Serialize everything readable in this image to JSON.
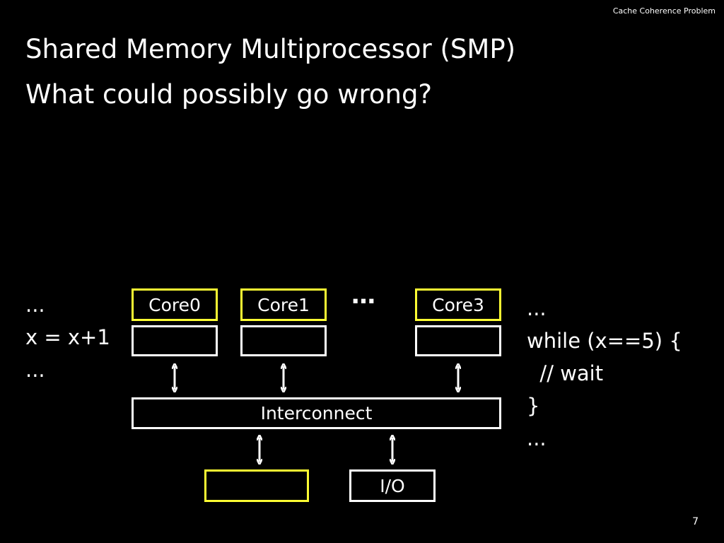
{
  "header": {
    "tag": "Cache Coherence Problem"
  },
  "slide": {
    "title": "Shared Memory Multiprocessor (SMP)",
    "subtitle": "What could possibly go wrong?",
    "page_number": "7"
  },
  "code_left": {
    "lines": "...\nx = x+1\n..."
  },
  "code_right": {
    "lines": "...\nwhile (x==5) {\n  // wait\n}\n..."
  },
  "diagram": {
    "cores": [
      "Core0",
      "Core1",
      "Core3"
    ],
    "ellipsis": "…",
    "interconnect": "Interconnect",
    "io": "I/O",
    "colors": {
      "core_border": "#ffff33",
      "cache_border": "#ffffff",
      "memory_border": "#ffff33"
    }
  }
}
